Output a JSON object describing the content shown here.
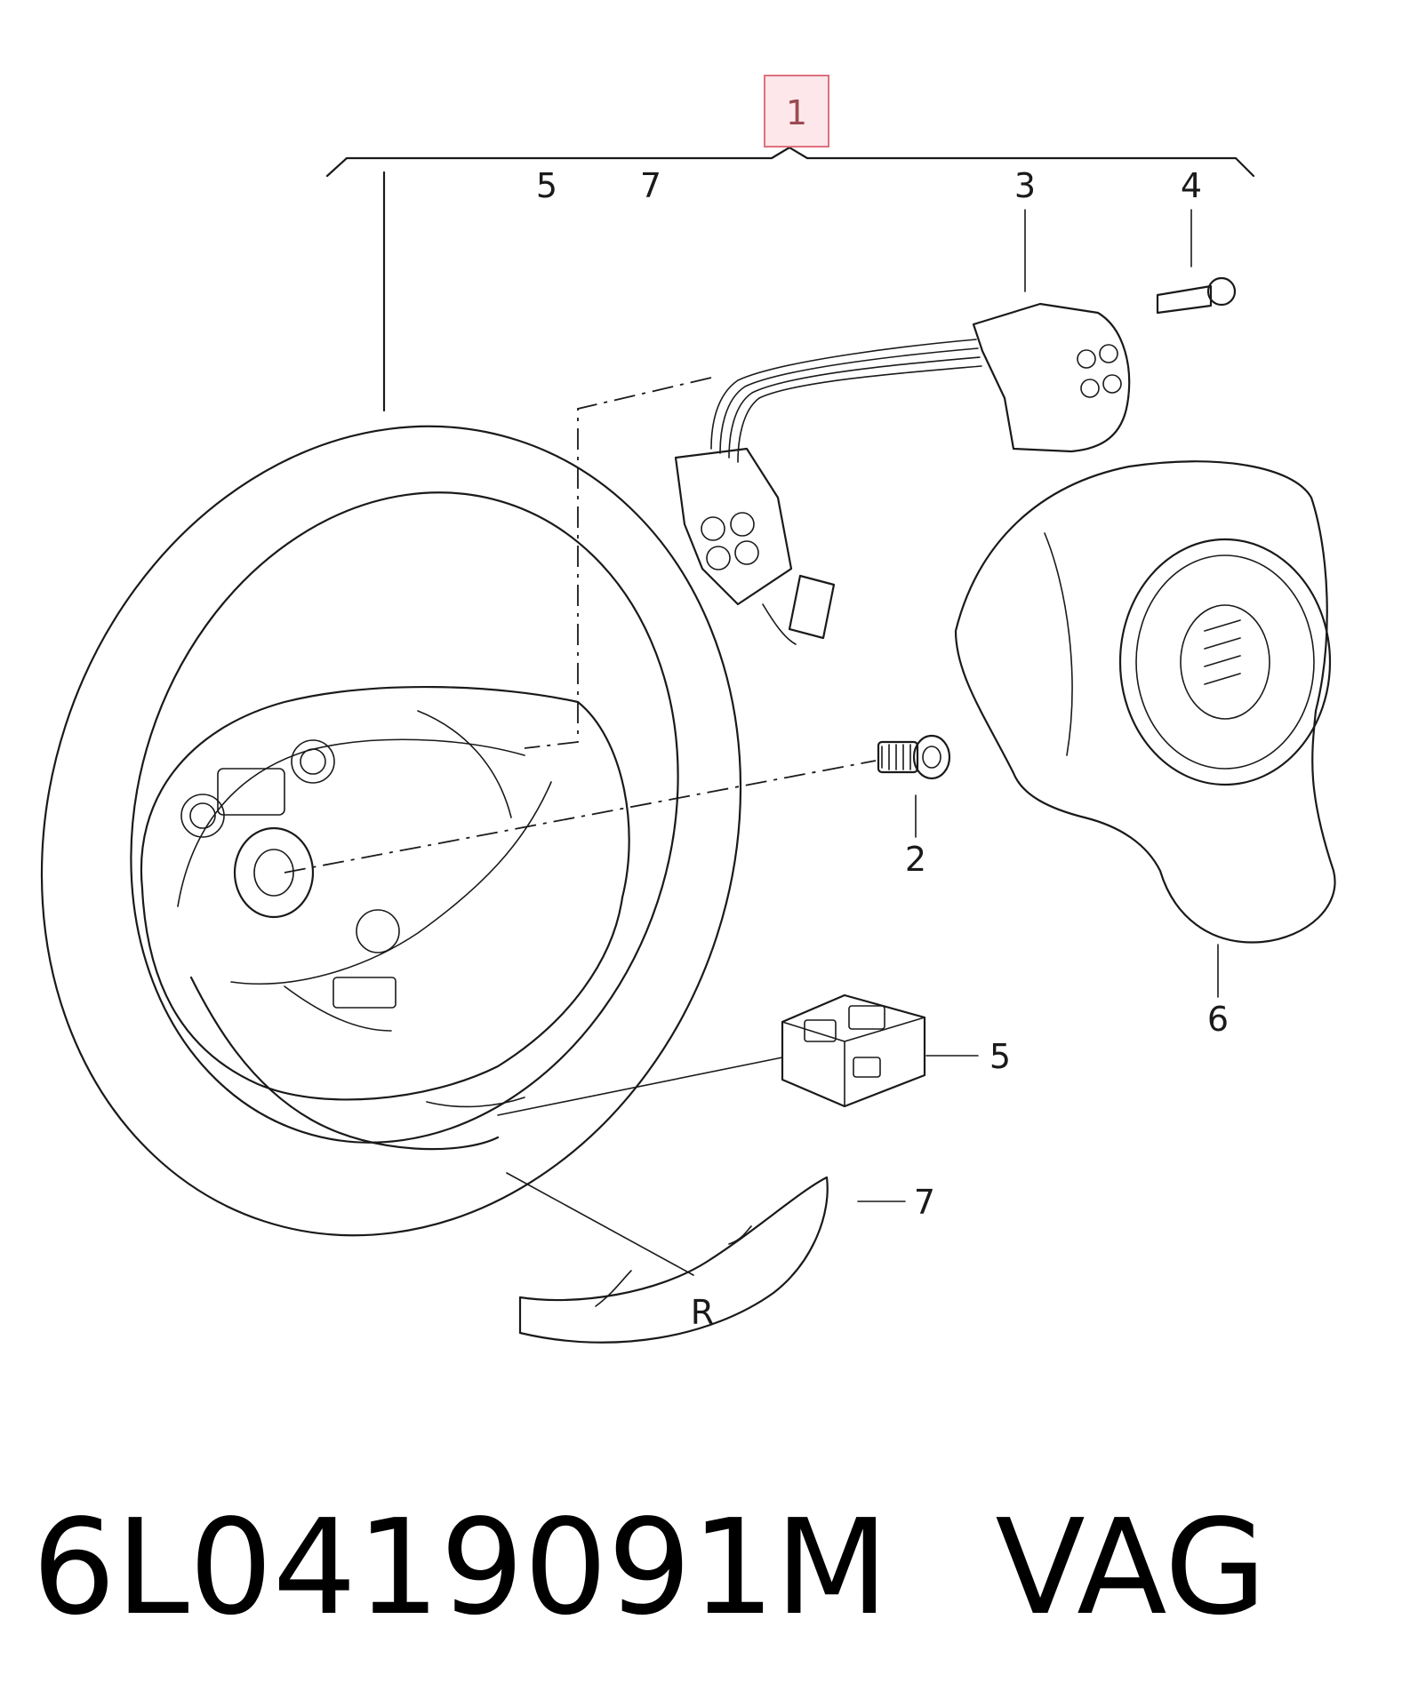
{
  "diagram": {
    "callouts": {
      "assembly": "1",
      "bracket_left_a": "5",
      "bracket_left_b": "7",
      "bracket_right_a": "3",
      "bracket_right_b": "4",
      "bolt": "2",
      "connector": "5",
      "trim": "7",
      "airbag": "6"
    },
    "trim_mark": "R",
    "highlight_color": "#fde7ea"
  },
  "caption": {
    "part_number": "6L0419091M",
    "brand": "VAG"
  }
}
